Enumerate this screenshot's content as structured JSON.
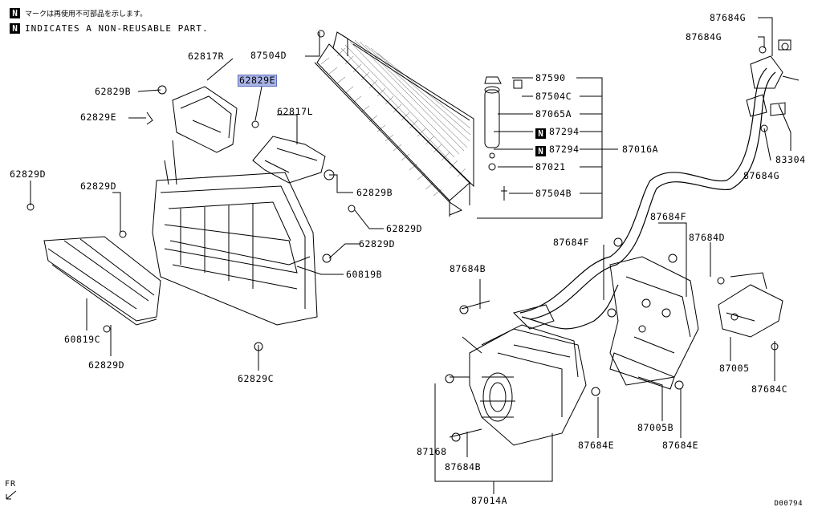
{
  "header": {
    "note_jp": "マークは再使用不可部品を示します。",
    "note_en": "INDICATES A NON-REUSABLE PART.",
    "badge": "N"
  },
  "labels": {
    "l62817R": "62817R",
    "l62829E_hl": "62829E",
    "l87504D": "87504D",
    "l62829B_a": "62829B",
    "l62829E_a": "62829E",
    "l62817L": "62817L",
    "l62829D_a": "62829D",
    "l62829D_b": "62829D",
    "l62829B_b": "62829B",
    "l62829D_c": "62829D",
    "l62829D_d": "62829D",
    "l60819B": "60819B",
    "l60819C": "60819C",
    "l62829D_e": "62829D",
    "l62829C": "62829C",
    "l87590": "87590",
    "l87504C": "87504C",
    "l87065A": "87065A",
    "l87294_a": "87294",
    "l87294_b": "87294",
    "l87016A": "87016A",
    "l87021": "87021",
    "l87504B": "87504B",
    "l87684G_a": "87684G",
    "l87684G_b": "87684G",
    "l83304": "83304",
    "l87684G_c": "87684G",
    "l87684F_a": "87684F",
    "l87684F_b": "87684F",
    "l87684D": "87684D",
    "l87684B_a": "87684B",
    "l87005": "87005",
    "l87684C": "87684C",
    "l87005B": "87005B",
    "l87684E_a": "87684E",
    "l87684E_b": "87684E",
    "l87168": "87168",
    "l87684B_b": "87684B",
    "l87014A": "87014A"
  },
  "footer": {
    "front": "FR",
    "code": "D00794"
  }
}
